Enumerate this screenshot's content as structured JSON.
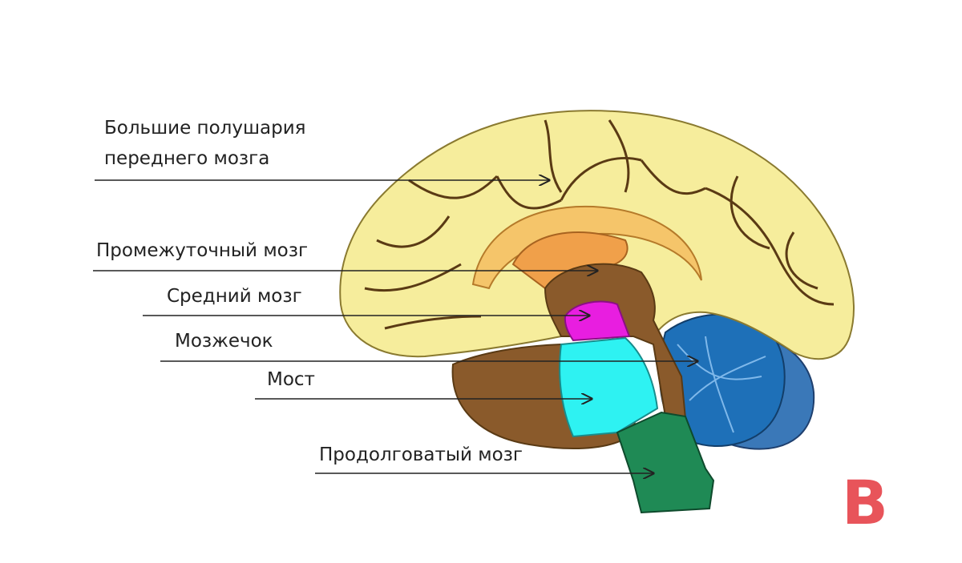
{
  "labels": {
    "cerebrum_line1": "Большие полушария",
    "cerebrum_line2": "переднего мозга",
    "diencephalon": "Промежуточный мозг",
    "midbrain": "Средний мозг",
    "cerebellum": "Мозжечок",
    "pons": "Мост",
    "medulla": "Продолговатый мозг"
  },
  "corner_letter": "В",
  "colors": {
    "cerebrum": "#f6ed9c",
    "sulci": "#5a3a14",
    "corpus_callosum": "#f5c56a",
    "diencephalon": "#f0a04a",
    "brainstem_brown": "#8a5a2b",
    "midbrain": "#e81ee0",
    "pons": "#2ef2f2",
    "medulla": "#1f8a55",
    "cerebellum": "#1e70b8",
    "letter": "#e8545a"
  }
}
